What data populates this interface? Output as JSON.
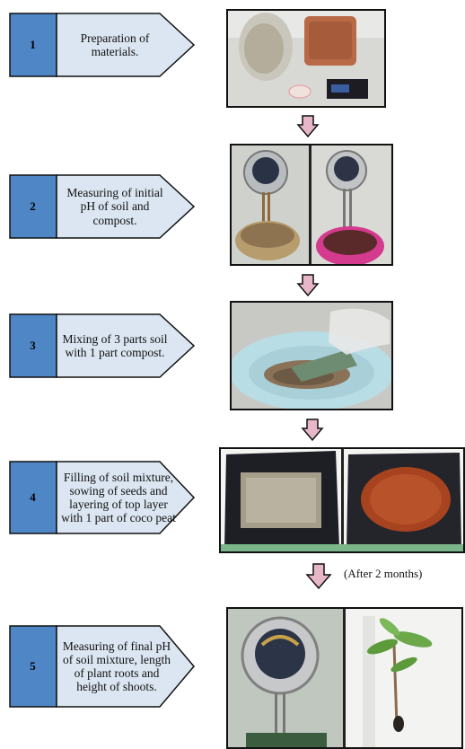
{
  "steps": [
    {
      "number": "1",
      "label": "Preparation of materials."
    },
    {
      "number": "2",
      "label": "Measuring of initial pH of soil and compost."
    },
    {
      "number": "3",
      "label": "Mixing of 3 parts soil with 1 part compost."
    },
    {
      "number": "4",
      "label": "Filling of soil mixture, sowing of seeds and layering of top layer with 1 part of coco peat"
    },
    {
      "number": "5",
      "label": "Measuring of final pH of soil mixture, length of plant roots and height of shoots."
    }
  ],
  "annotations": {
    "after_note": "(After 2 months)"
  },
  "colors": {
    "number_box": "#4f86c6",
    "label_box": "#dbe6f2",
    "arrow_fill": "#e7b6c9",
    "outline": "#111111"
  }
}
